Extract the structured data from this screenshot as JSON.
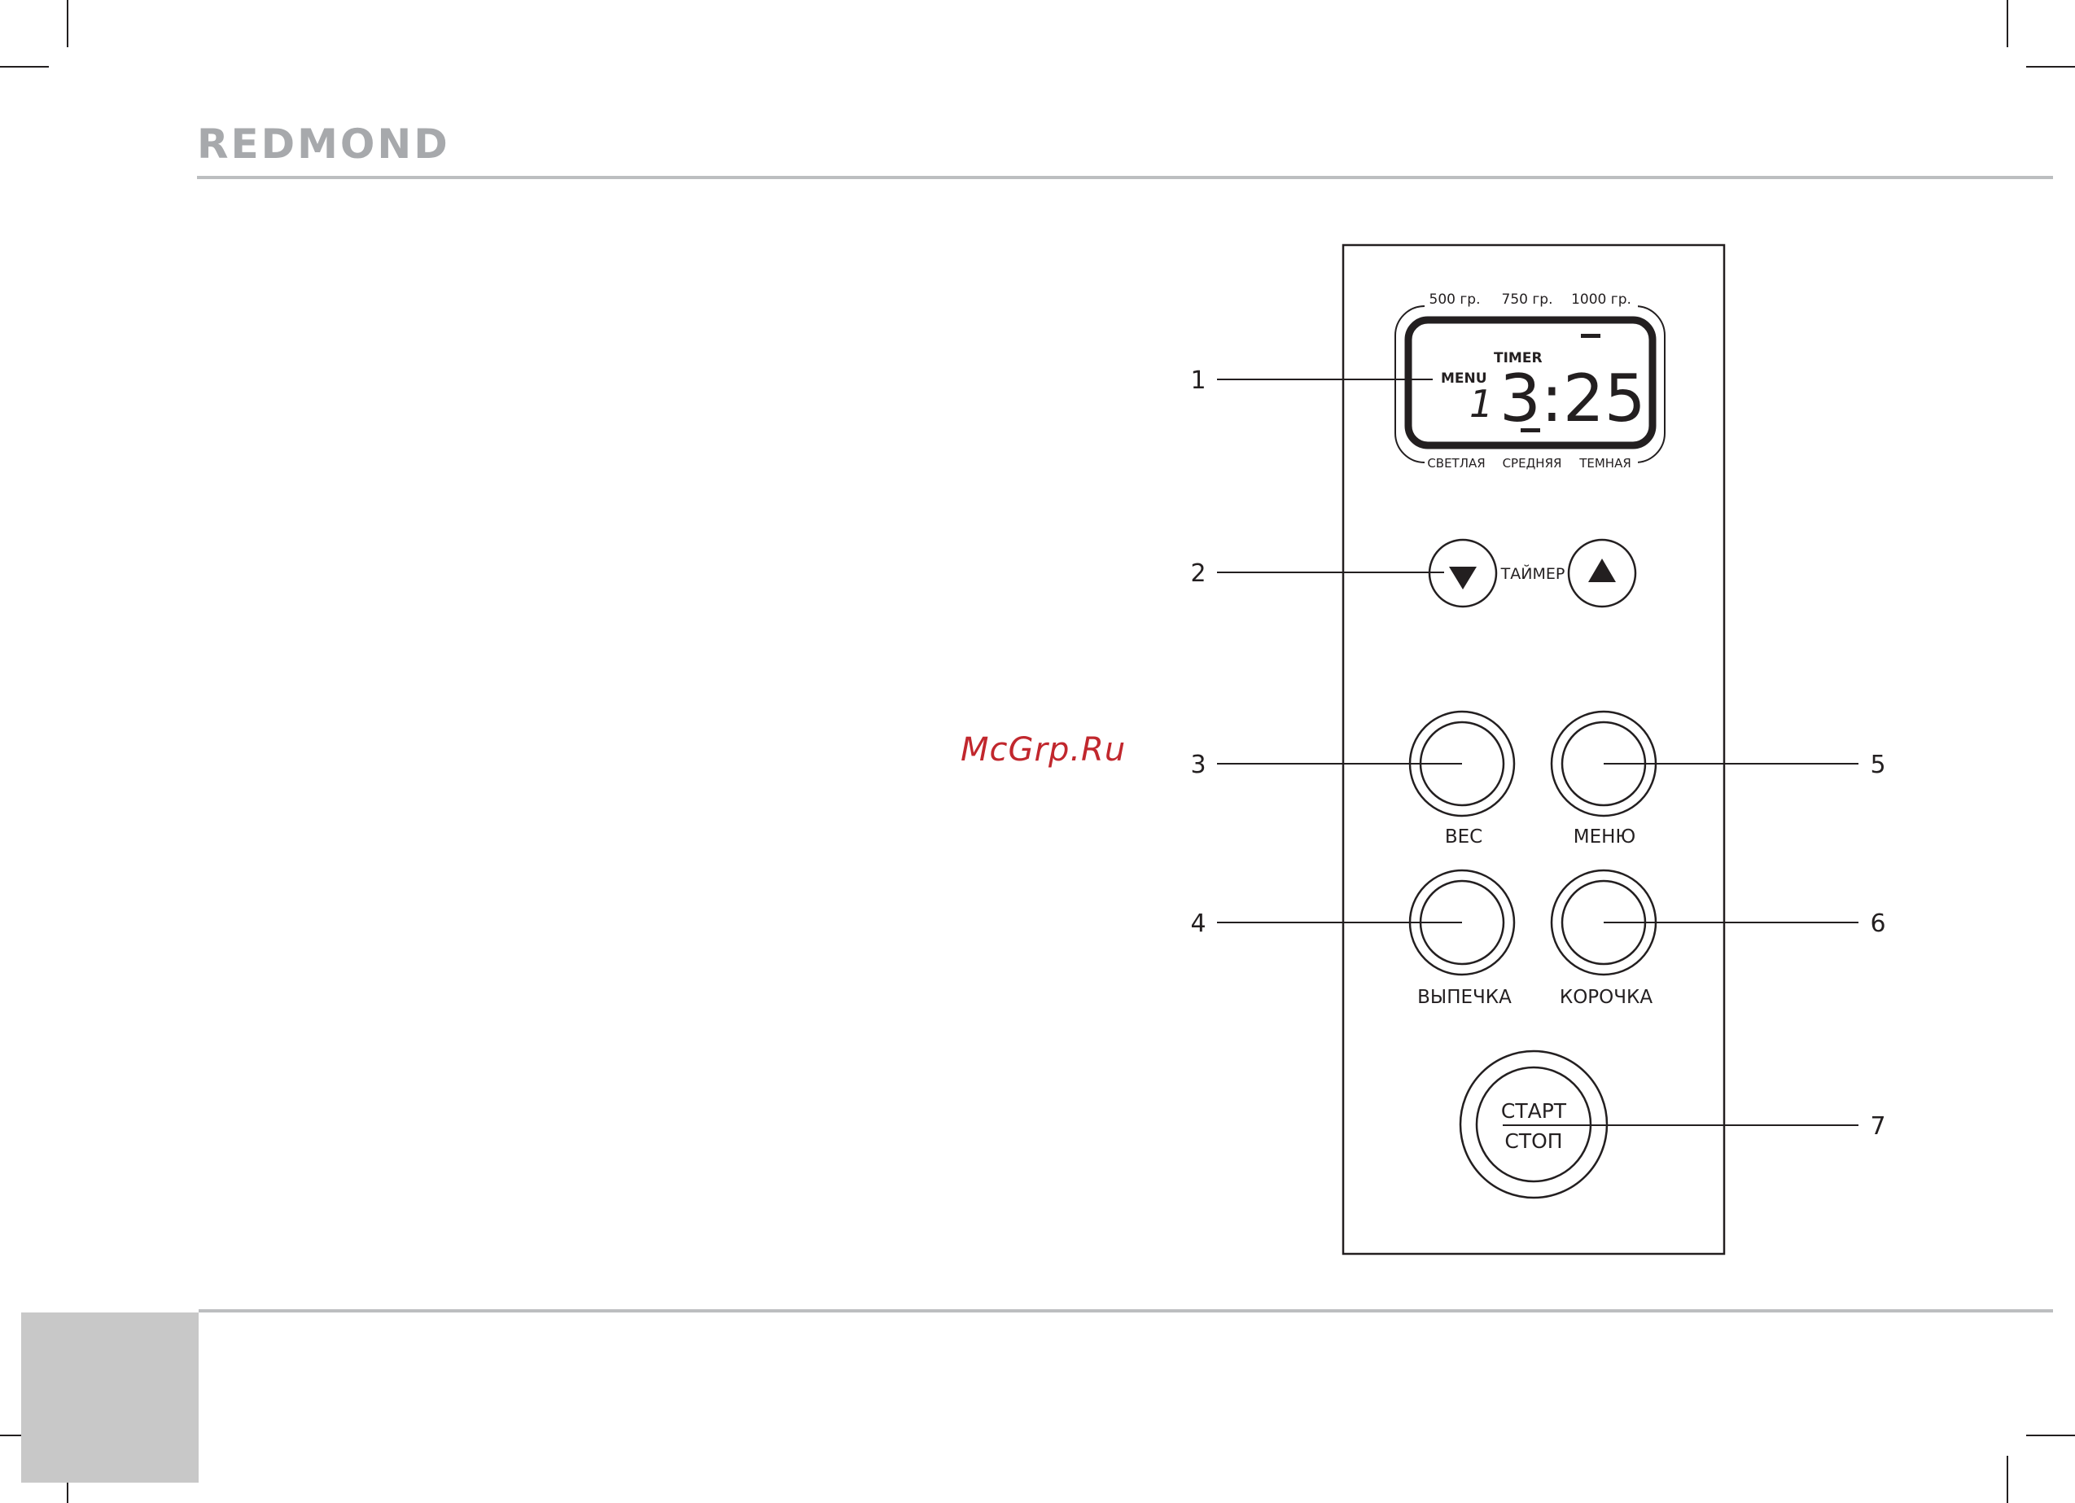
{
  "brand": {
    "logo_text": "REDMOND"
  },
  "watermark": "McGrp.Ru",
  "display": {
    "weight_labels": [
      "500 гр.",
      "750 гр.",
      "1000 гр."
    ],
    "crust_labels": [
      "СВЕТЛАЯ",
      "СРЕДНЯЯ",
      "ТЕМНАЯ"
    ],
    "timer_label": "TIMER",
    "menu_label": "MENU",
    "program_number": "1",
    "time": "3:25"
  },
  "controls": {
    "timer_label": "ТАЙМЕР",
    "weight_button": "ВЕС",
    "menu_button": "МЕНЮ",
    "bake_button": "ВЫПЕЧКА",
    "crust_button": "КОРОЧКА",
    "start_label": "СТАРТ",
    "stop_label": "СТОП"
  },
  "callouts": [
    "1",
    "2",
    "3",
    "4",
    "5",
    "6",
    "7"
  ],
  "colors": {
    "line": "#231f20",
    "watermark": "#c1272d",
    "logo": "#a7a9ac",
    "footer_block": "#c8c8c8"
  }
}
